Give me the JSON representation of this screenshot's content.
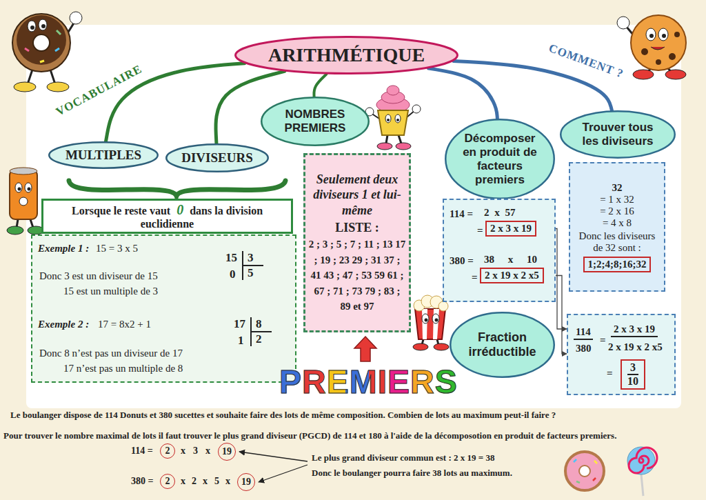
{
  "diagram": {
    "nodes": [
      {
        "text": [
          "ARITHMÉTIQUE"
        ]
      },
      {
        "text": [
          "MULTIPLES"
        ]
      },
      {
        "text": [
          "DIVISEURS"
        ]
      },
      {
        "text": [
          "NOMBRES PREMIERS"
        ]
      },
      {
        "text": [
          "Décomposer en produit de facteurs premiers"
        ]
      },
      {
        "text": [
          "Trouver tous les diviseurs"
        ]
      },
      {
        "text": [
          "Lorsque le reste vaut",
          "0",
          "dans la division euclidienne"
        ]
      },
      {
        "text": [
          "Exemple 1 :",
          "15 = 3 x 5",
          "15",
          "3",
          "Donc 3 est un diviseur de 15",
          "0",
          "5",
          "15 est un multiple de 3",
          "Exemple 2 :",
          "17 = 8x2 + 1",
          "17",
          "8",
          "Donc 8 n’est pas un diviseur de 17",
          "1",
          "2",
          "17 n’est pas un multiple de 8"
        ]
      },
      {
        "text": [
          "Seulement deux diviseurs 1 et lui-même",
          "LISTE :",
          "2 ; 3 ; 5 ; 7 ; 11 ; 13 17 ; 19 ; 23 29 ; 31 37 ; 41 43 ; 47 ; 53 59 61 ; 67 ; 71 ; 73 79 ; 83 ; 89 et 97"
        ]
      },
      {
        "text": [
          "114 =",
          "2 x 57",
          "=",
          "380 =",
          "38 x 10",
          "="
        ]
      },
      {
        "text": [
          "2 x 3 x 19"
        ],
        "in": 9
      },
      {
        "text": [
          "2 x 19 x 2 x5"
        ],
        "in": 9
      },
      {
        "text": [
          "32",
          "= 1 x 32",
          "= 2 x 16",
          "= 4 x 8",
          "Donc les diviseurs de 32 sont :"
        ]
      },
      {
        "text": [
          "1;2;4;8;16;32"
        ],
        "in": 12
      },
      {
        "text": [
          "Fraction irréductible"
        ]
      },
      {
        "text": [
          "114",
          "380",
          "=",
          "2 x 3 x 19",
          "2 x 19 x 2 x5",
          "="
        ]
      },
      {
        "text": [
          "3",
          "10"
        ],
        "in": 15
      },
      {
        "text": [
          "2"
        ]
      },
      {
        "text": [
          "19"
        ]
      },
      {
        "text": [
          "2"
        ]
      },
      {
        "text": [
          "19"
        ]
      }
    ],
    "edges": [
      {
        "from": 0,
        "to": 1,
        "arrow": "none"
      },
      {
        "from": 0,
        "to": 2,
        "arrow": "none"
      },
      {
        "from": 0,
        "to": 3,
        "arrow": "none"
      },
      {
        "from": 0,
        "to": 4,
        "arrow": "none"
      },
      {
        "from": 0,
        "to": 5,
        "arrow": "none"
      },
      {
        "from": 10,
        "to": 15,
        "arrow": "to"
      },
      {
        "from": 11,
        "to": 15,
        "arrow": "to"
      }
    ],
    "labels": [
      "VOCABULAIRE",
      "COMMENT ?",
      "PREMIERS",
      "Le boulanger dispose de 114 Donuts et 380 sucettes et souhaite faire des lots de même composition. Combien de lots au maximum peut-il faire ?",
      "Pour trouver le nombre maximal de lots il faut trouver le plus grand diviseur (PGCD) de 114 et 180 à l'aide de la décomposotion en produit de facteurs premiers.",
      "114 =",
      "x",
      "3",
      "x",
      "380 =",
      "x",
      "2",
      "x",
      "5",
      "x",
      "Le plus grand diviseur commun est : 2 x 19 = 38",
      "Donc le boulanger pourra faire 38 lots au maximum."
    ]
  }
}
